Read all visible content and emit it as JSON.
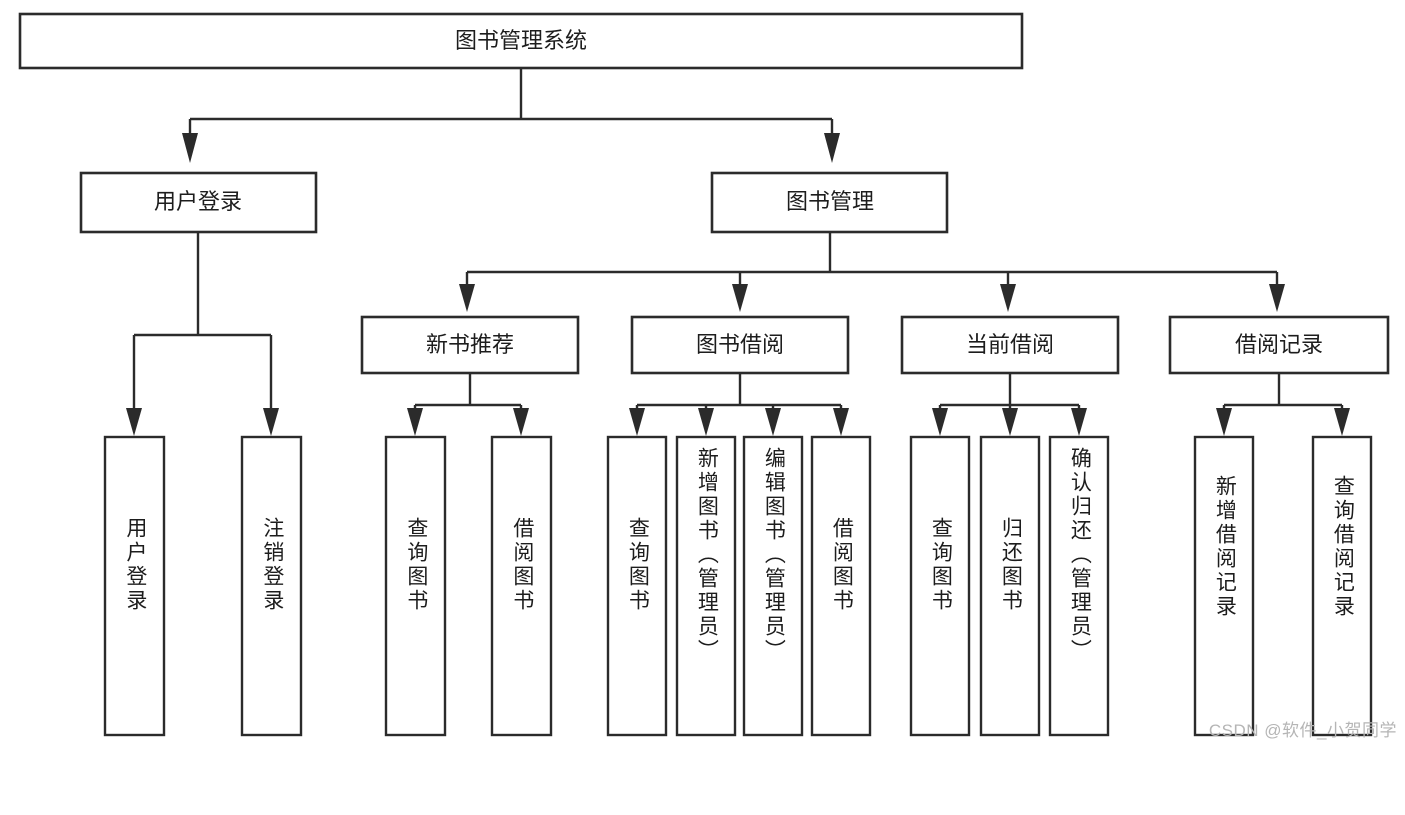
{
  "diagram": {
    "title": "图书管理系统",
    "type": "tree-hierarchy-flowchart",
    "root": {
      "label": "图书管理系统"
    },
    "level2": [
      {
        "label": "用户登录"
      },
      {
        "label": "图书管理"
      }
    ],
    "level3": [
      {
        "label": "新书推荐"
      },
      {
        "label": "图书借阅"
      },
      {
        "label": "当前借阅"
      },
      {
        "label": "借阅记录"
      }
    ],
    "leaves": {
      "user_login": [
        {
          "label": "用户登录"
        },
        {
          "label": "注销登录"
        }
      ],
      "new_book_recommend": [
        {
          "label": "查询图书"
        },
        {
          "label": "借阅图书"
        }
      ],
      "book_borrow": [
        {
          "label": "查询图书"
        },
        {
          "label": "新增图书（管理员）"
        },
        {
          "label": "编辑图书（管理员）"
        },
        {
          "label": "借阅图书"
        }
      ],
      "current_borrow": [
        {
          "label": "查询图书"
        },
        {
          "label": "归还图书"
        },
        {
          "label": "确认归还（管理员）"
        }
      ],
      "borrow_record": [
        {
          "label": "新增借阅记录"
        },
        {
          "label": "查询借阅记录"
        }
      ]
    }
  },
  "watermark": {
    "text": "CSDN @软件_小贺同学"
  },
  "colors": {
    "stroke": "#2b2b2b",
    "fill": "#ffffff",
    "text": "#1d1d1d",
    "watermark": "#b5b5b5"
  }
}
